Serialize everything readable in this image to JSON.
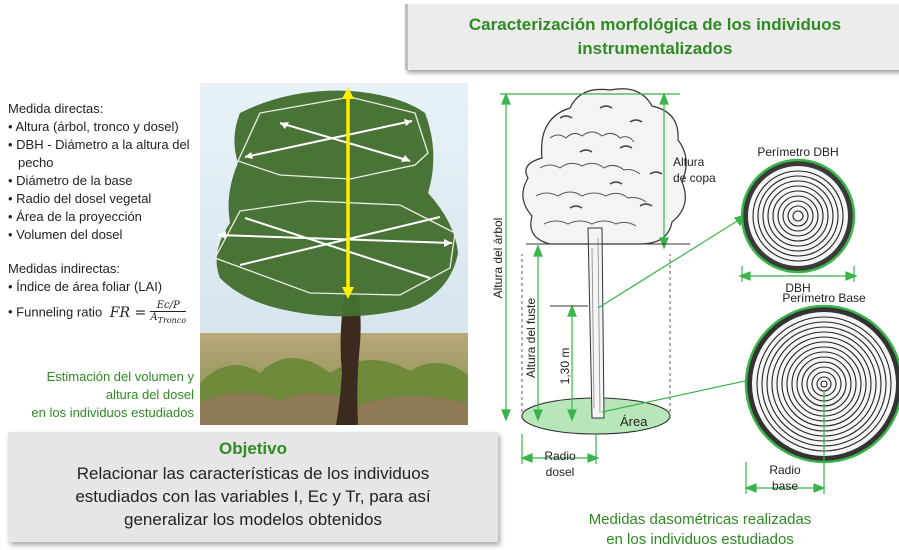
{
  "title": {
    "line1": "Caracterización morfológica de los individuos",
    "line2": "instrumentalizados"
  },
  "direct": {
    "heading": "Medida directas:",
    "items": [
      "Altura (árbol, tronco y dosel)",
      "DBH - Diámetro a la altura del pecho",
      "Diámetro de la base",
      "Radio del dosel vegetal",
      "Área de la proyección",
      "Volumen del dosel"
    ]
  },
  "indirect": {
    "heading": "Medidas indirectas:",
    "items": [
      "Índice de área foliar (LAI)",
      "Funneling ratio"
    ],
    "formula": {
      "lhs": "FR =",
      "num": "Ec",
      "den": "P",
      "denom": "A",
      "denom_sub": "Tronco"
    }
  },
  "estimation": {
    "line1": "Estimación del volumen y",
    "line2": "altura del dosel",
    "line3": "en los individuos estudiados"
  },
  "objective": {
    "heading": "Objetivo",
    "line1": "Relacionar las características de los individuos",
    "line2": "estudiados con las variables I, Ec y Tr, para así",
    "line3": "generalizar los modelos obtenidos"
  },
  "diagram": {
    "altura_arbol": "Altura del árbol",
    "altura_fuste": "Altura del fuste",
    "altura_130": "1,30 m",
    "altura_copa_1": "Altura",
    "altura_copa_2": "de copa",
    "area": "Área",
    "radio_dosel_1": "Radio",
    "radio_dosel_2": "dosel",
    "perimetro_dbh": "Perímetro DBH",
    "dbh": "DBH",
    "perimetro_base": "Perímetro Base",
    "radio_base_1": "Radio",
    "radio_base_2": "base"
  },
  "dasometric": {
    "line1": "Medidas dasométricas realizadas",
    "line2": "en los individuos estudiados"
  },
  "colors": {
    "accent_green": "#2e8b22",
    "diagram_green": "#39b54a",
    "yellow_arrow": "#ffee00"
  }
}
